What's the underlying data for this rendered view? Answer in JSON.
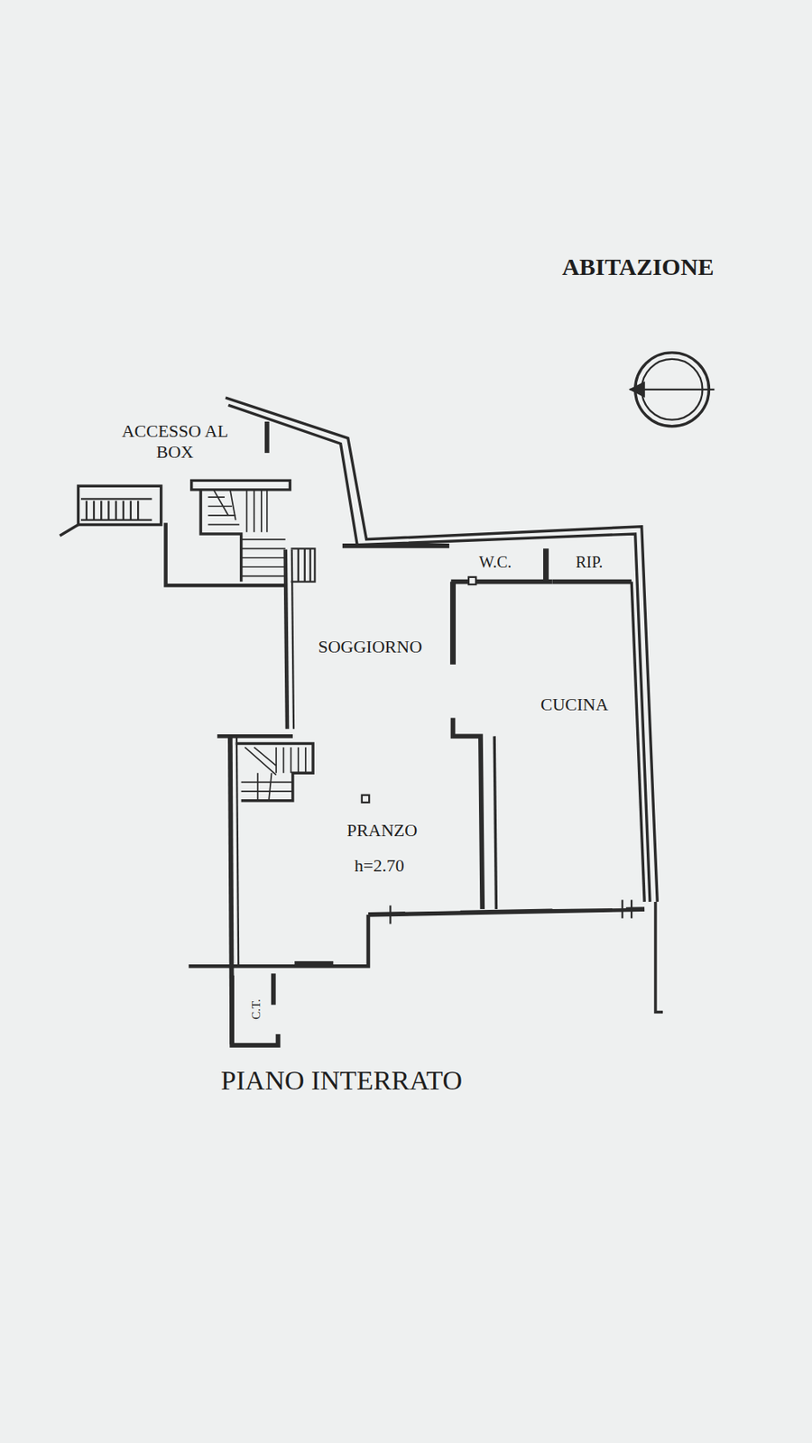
{
  "diagram": {
    "title": "ABITAZIONE",
    "caption": "PIANO INTERRATO",
    "labels": [
      "ACCESSO AL BOX",
      "SOGGIORNO",
      "W.C.",
      "RIP.",
      "CUCINA",
      "PRANZO",
      "h=2.70",
      "C.T."
    ]
  }
}
